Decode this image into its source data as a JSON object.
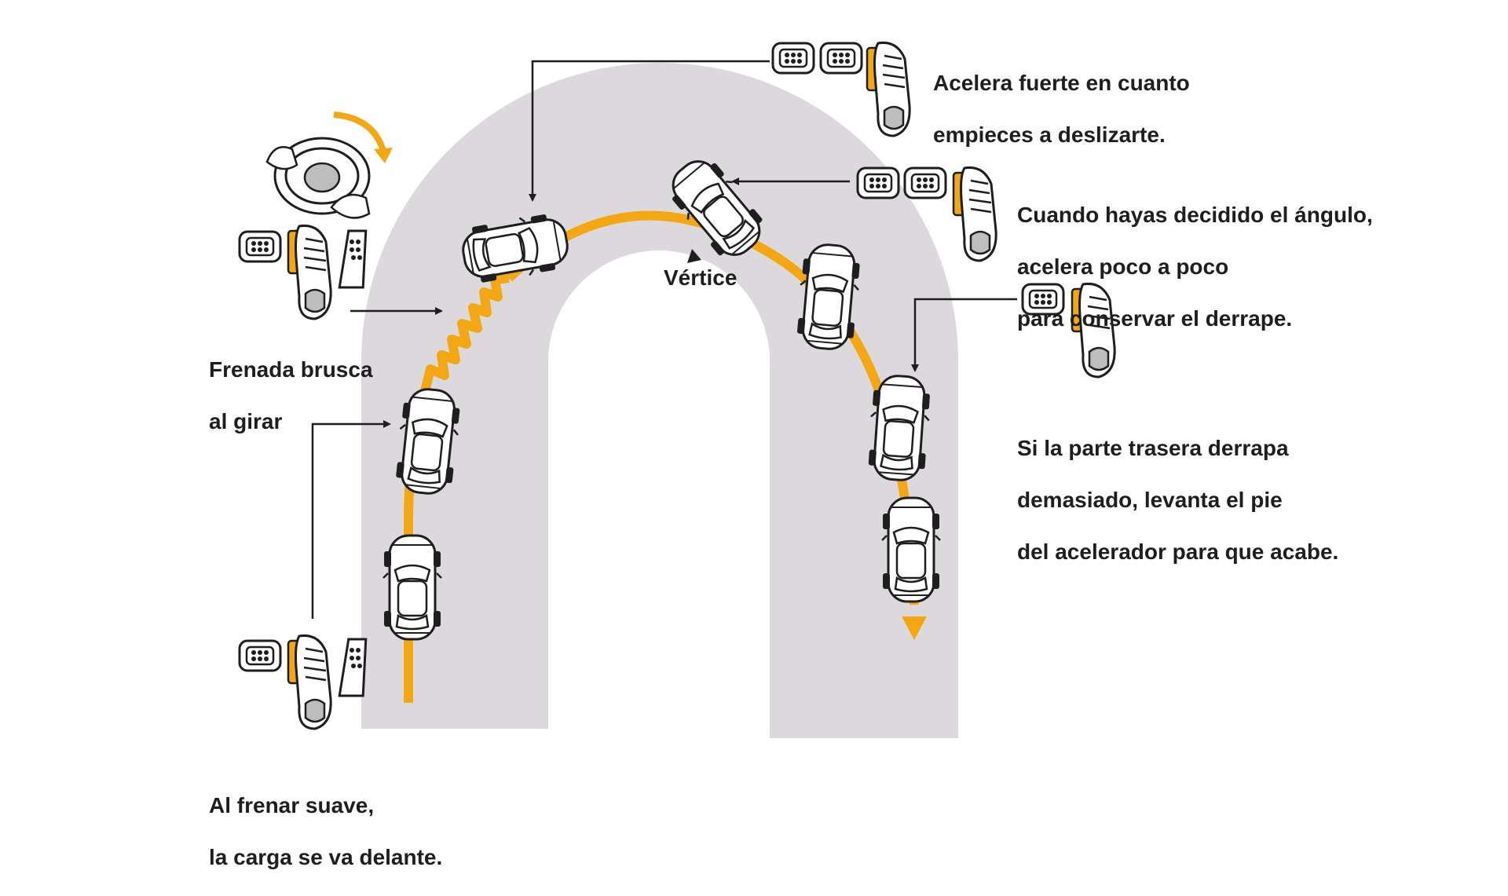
{
  "colors": {
    "road": "#dcd9dd",
    "path": "#f3a712",
    "ink": "#1e1e1e",
    "car_fill": "#ffffff",
    "pedal_highlight": "#f3a712"
  },
  "labels": {
    "accelerate_hard": [
      "Acelera fuerte en cuanto",
      "empieces a deslizarte."
    ],
    "angle_decided": [
      "Cuando hayas decidido el ángulo,",
      "acelera poco a poco",
      "para conservar el derrape."
    ],
    "hard_brake": [
      "Frenada brusca",
      "al girar"
    ],
    "rear_drift": [
      "Si la parte trasera derrapa",
      "demasiado, levanta el pie",
      "del acelerador para que acabe."
    ],
    "soft_brake": [
      "Al frenar suave,",
      "la carga se va delante."
    ],
    "apex": "Vértice"
  },
  "icons": {
    "steering": "steering-wheel-turn-icon",
    "clutch": "clutch-pedal-icon",
    "brake": "brake-pedal-icon",
    "accelerator": "accelerator-pedal-icon",
    "shoe": "driver-shoe-icon",
    "car": "car-top-view-icon"
  }
}
